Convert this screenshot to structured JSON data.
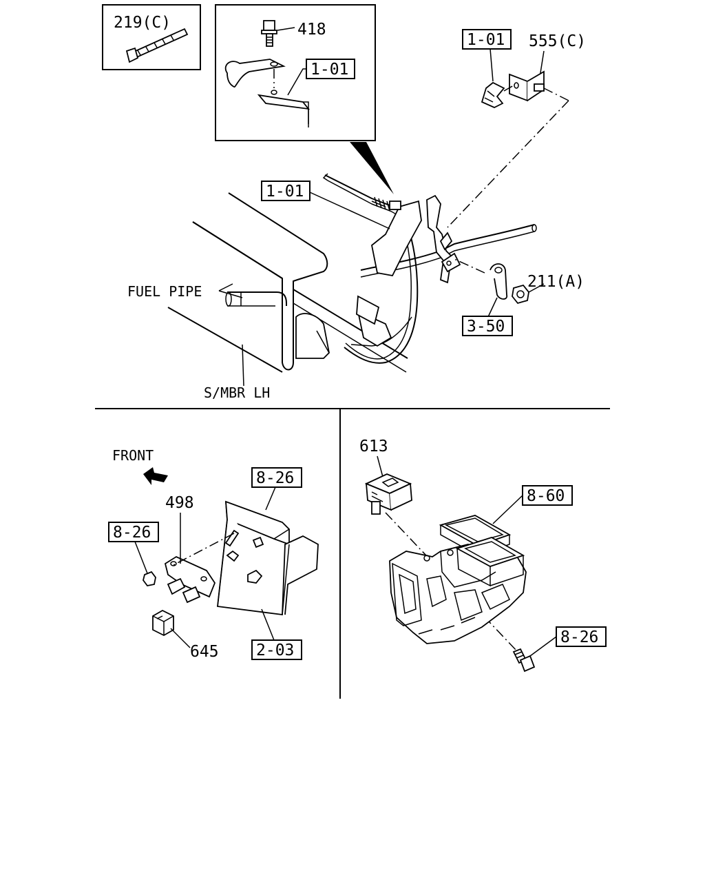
{
  "labels": {
    "top_inset_219": "219(C)",
    "inset_418": "418",
    "inset_1_01": "1-01",
    "top_right_1_01": "1-01",
    "top_right_555": "555(C)",
    "main_1_01": "1-01",
    "main_211": "211(A)",
    "main_3_50": "3-50",
    "fuel_pipe": "FUEL PIPE",
    "s_mbr": "S/MBR LH",
    "front": "FRONT",
    "bl_8_26_top": "8-26",
    "bl_498": "498",
    "bl_8_26_left": "8-26",
    "bl_645": "645",
    "bl_2_03": "2-03",
    "br_613": "613",
    "br_8_60": "8-60",
    "br_8_26": "8-26"
  }
}
